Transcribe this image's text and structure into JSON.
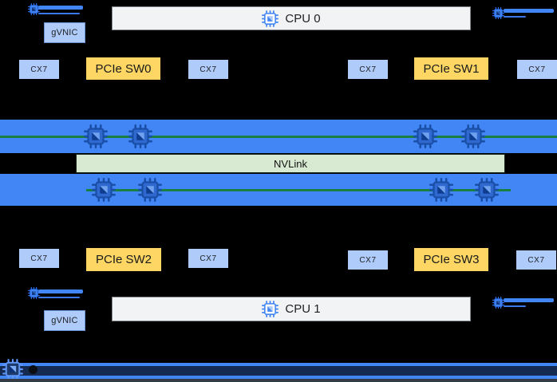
{
  "diagram": {
    "gvnic_top": "gVNIC",
    "gvnic_bottom": "gVNIC",
    "cpu0": "CPU 0",
    "cpu1": "CPU 1",
    "nvlink": "NVLink",
    "switches": [
      "PCIe SW0",
      "PCIe SW1",
      "PCIe SW2",
      "PCIe SW3"
    ],
    "nics_top": [
      "CX7",
      "CX7",
      "CX7",
      "CX7"
    ],
    "nics_bottom": [
      "CX7",
      "CX7",
      "CX7",
      "CX7"
    ]
  },
  "icons": {
    "cpu": "cpu-chip-icon",
    "gpu": "gpu-chip-icon",
    "uplink": "network-uplink-icon",
    "offload": "offload-chip-icon"
  },
  "colors": {
    "background": "#000000",
    "gpu_band_blue": "#4285f4",
    "nic_light_blue": "#aecbfa",
    "switch_yellow": "#fdd663",
    "nvlink_fill_green": "#d9ead3",
    "nvlink_line_green": "#188038",
    "cpu_box_gray": "#f1f3f4"
  }
}
